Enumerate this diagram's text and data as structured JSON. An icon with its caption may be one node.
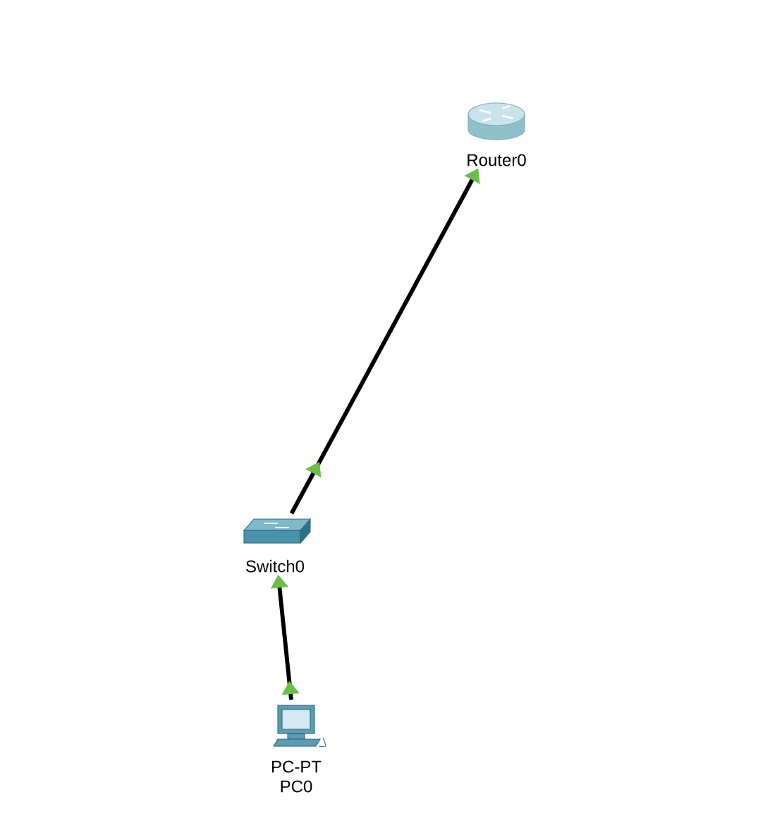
{
  "diagram": {
    "nodes": [
      {
        "text": [
          "Router0"
        ]
      },
      {
        "text": [
          "Switch0"
        ]
      },
      {
        "text": [
          "PC-PT",
          "PC0"
        ]
      }
    ],
    "edges": [
      {
        "from": 1,
        "to": 0,
        "arrow": "to"
      },
      {
        "from": 2,
        "to": 1,
        "arrow": "to"
      }
    ]
  }
}
